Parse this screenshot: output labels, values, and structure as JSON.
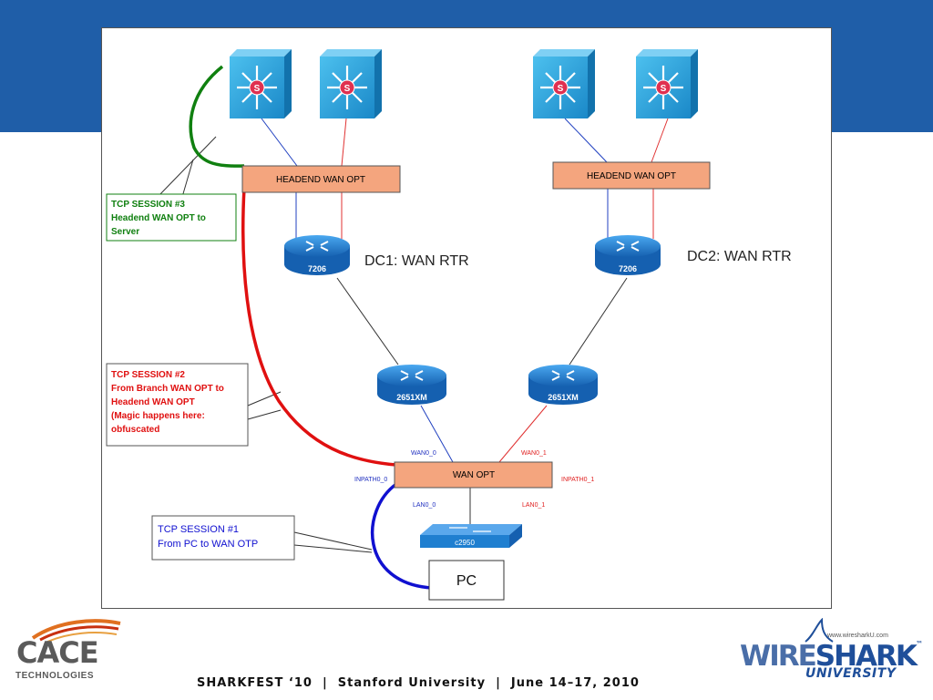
{
  "devices": {
    "dc1_headend": "HEADEND WAN OPT",
    "dc2_headend": "HEADEND WAN OPT",
    "dc1_router": "7206",
    "dc2_router": "7206",
    "dc1_label": "DC1:  WAN RTR",
    "dc2_label": "DC2:  WAN RTR",
    "branch_router_left": "2651XM",
    "branch_router_right": "2651XM",
    "wan_opt": "WAN OPT",
    "switch": "c2950",
    "pc": "PC",
    "server_glyph": "S"
  },
  "ports": {
    "wan0": "WAN0_0",
    "wan1": "WAN0_1",
    "inpath0": "INPATH0_0",
    "inpath1": "INPATH0_1",
    "lan0": "LAN0_0",
    "lan1": "LAN0_1"
  },
  "notes": {
    "session3": [
      "TCP SESSION #3",
      "Headend WAN OPT to",
      "Server"
    ],
    "session2": [
      "TCP SESSION #2",
      "From Branch WAN OPT to",
      "Headend WAN OPT",
      "(Magic happens here:",
      "obfuscated"
    ],
    "session1": [
      "TCP SESSION #1",
      "From PC to WAN OTP"
    ]
  },
  "footer": {
    "text": "SHARKFEST ‘10  |  Stanford University  |  June 14–17, 2010"
  },
  "logos": {
    "cace_name": "CACE",
    "cace_sub": "TECHNOLOGIES",
    "ws_url": "www.wiresharkU.com",
    "ws_wire": "WIRE",
    "ws_shark": "SHARK",
    "ws_tm": "™",
    "ws_univ": "UNIVERSITY"
  },
  "colors": {
    "band": "#1f5ea8",
    "session3": "#108010",
    "session2": "#e01010",
    "session1": "#1010d0",
    "device_fill": "#f4a57e",
    "router": "#1f7fd0",
    "server": "#2a9fd6"
  },
  "icons": {
    "server": "multilayer-switch-icon",
    "router": "router-icon",
    "switch": "workgroup-switch-icon"
  }
}
